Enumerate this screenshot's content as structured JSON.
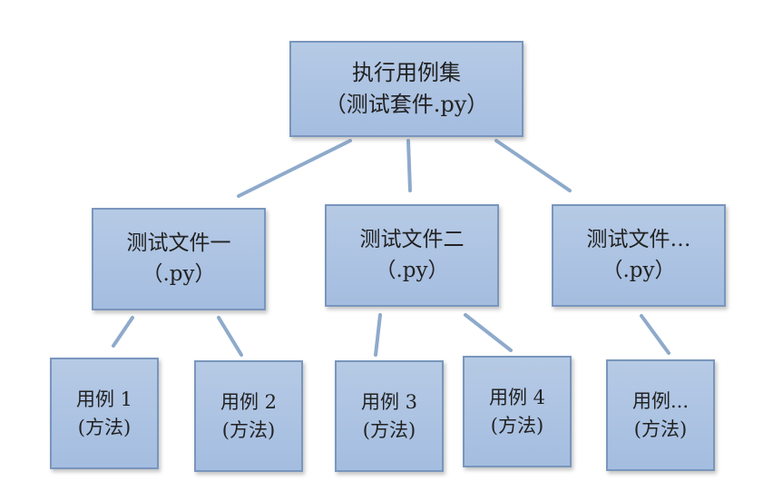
{
  "root": {
    "line1": "执行用例集",
    "line2": "（测试套件.py）"
  },
  "files": [
    {
      "line1": "测试文件一",
      "line2": "（.py）"
    },
    {
      "line1": "测试文件二",
      "line2": "（.py）"
    },
    {
      "line1": "测试文件…",
      "line2": "（.py）"
    }
  ],
  "cases": [
    {
      "line1": "用例 1",
      "line2": "(方法)"
    },
    {
      "line1": "用例 2",
      "line2": "(方法)"
    },
    {
      "line1": "用例 3",
      "line2": "(方法)"
    },
    {
      "line1": "用例 4",
      "line2": "(方法)"
    },
    {
      "line1": "用例...",
      "line2": "(方法)"
    }
  ],
  "colors": {
    "node_fill": "#a8c1e3",
    "node_border": "#7996bd",
    "connector": "#8eaacb"
  }
}
